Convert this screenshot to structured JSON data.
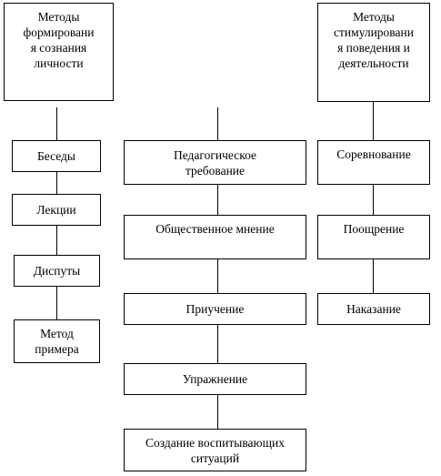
{
  "header_left": "Методы\nформировани\nя сознания\nличности",
  "header_right": "Методы\nстимулировани\nя поведения и\nдеятельности",
  "left_column": [
    "Беседы",
    "Лекции",
    "Диспуты",
    "Метод\nпримера"
  ],
  "center_column": [
    "Педагогическое\nтребование",
    "Общественное мнение",
    "Приучение",
    "Упражнение",
    "Создание воспитывающих\nситуаций"
  ],
  "right_column": [
    "Соревнование",
    "Поощрение",
    "Наказание"
  ]
}
